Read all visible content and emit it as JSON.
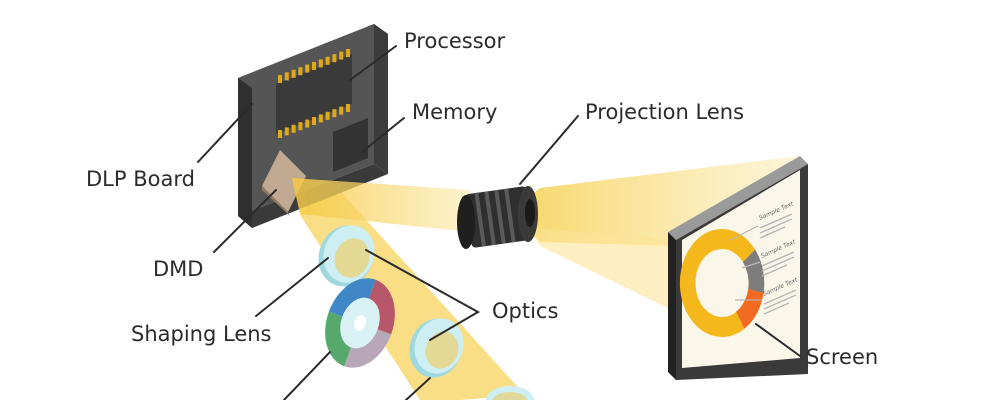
{
  "labels": {
    "processor": "Processor",
    "memory": "Memory",
    "projection_lens": "Projection Lens",
    "dlp_board": "DLP Board",
    "dmd": "DMD",
    "optics": "Optics",
    "shaping_lens": "Shaping Lens",
    "screen": "Screen"
  },
  "screen_content": {
    "items": [
      "Sample Text",
      "Sample Text",
      "Sample Text"
    ]
  },
  "colors": {
    "board": "#555555",
    "board_dark": "#3c3c3c",
    "chip_pins": "#e0a91a",
    "light_beam": "#f7d35c",
    "lens_glass": "#cdeef2",
    "donut_yellow": "#f4b81c",
    "donut_gray": "#7d7d7d",
    "donut_orange": "#f06a22"
  }
}
